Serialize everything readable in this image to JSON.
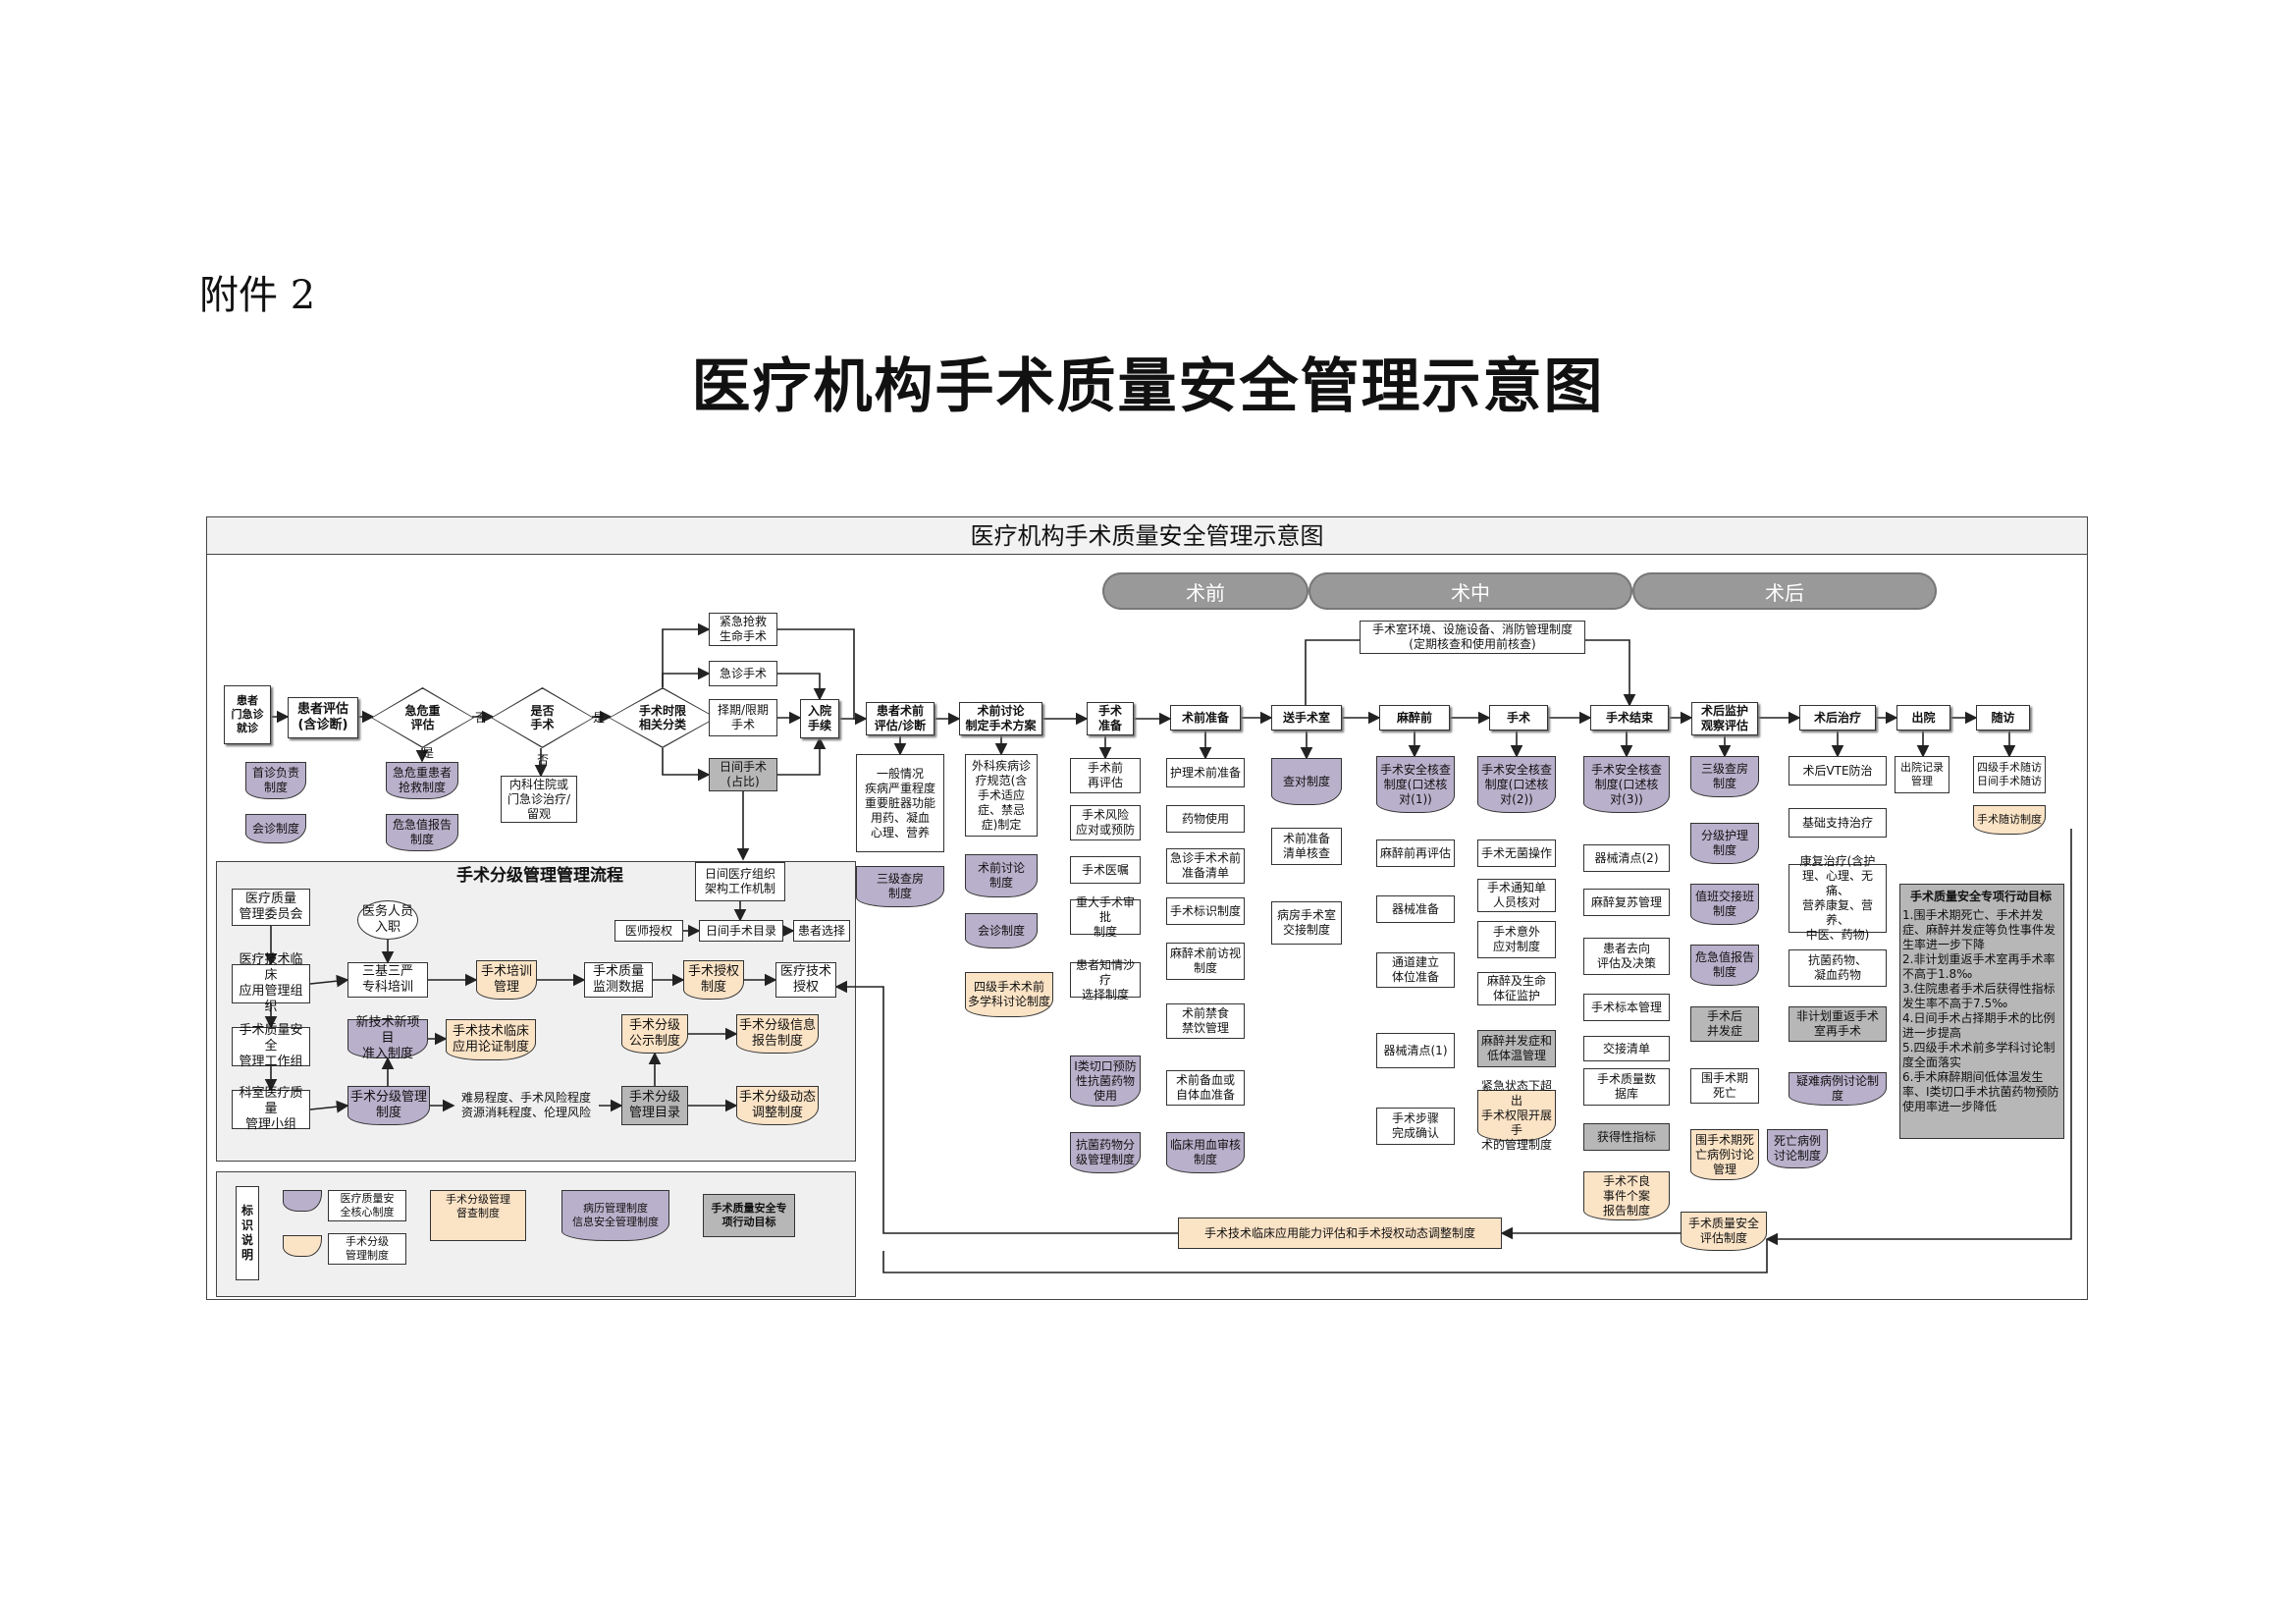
{
  "doc": {
    "attachment": "附件 2",
    "title": "医疗机构手术质量安全管理示意图",
    "diagram_title": "医疗机构手术质量安全管理示意图"
  },
  "phases": {
    "pre": "术前",
    "intra": "术中",
    "post": "术后"
  },
  "flow": {
    "patient": "患者\n门急诊\n就诊",
    "assess": "患者评估\n(含诊断)",
    "critical": "急危重\n评估",
    "surgery_q": "是否\n手术",
    "classify": "手术时限\n相关分类",
    "emergency_rescue": "紧急抢救\n生命手术",
    "emergency": "急诊手术",
    "elective": "择期/限期\n手术",
    "daytime": "日间手术\n(占比)",
    "admit": "入院\n手续",
    "assess_diag": "患者术前\n评估/诊断",
    "discuss": "术前讨论\n制定手术方案",
    "prep": "手术\n准备",
    "pre_prep": "术前准备",
    "transfer": "送手术室",
    "anes_pre": "麻醉前",
    "op": "手术",
    "op_end": "手术结束",
    "post_care": "术后监护\n观察评估",
    "post_treat": "术后治疗",
    "discharge": "出院",
    "followup": "随访",
    "yes": "是",
    "no": "否",
    "internal": "内科住院或\n门急诊治疗/\n留观",
    "env": "手术室环境、设施设备、消防管理制度\n(定期核查和使用前核查)",
    "day_org": "日间医疗组织\n架构工作机制",
    "doc_auth": "医师授权",
    "day_list": "日间手术目录",
    "pat_sel": "患者选择"
  },
  "col_items": {
    "c1": [
      "首诊负责\n制度",
      "会诊制度"
    ],
    "c2": [
      "急危重患者\n抢救制度",
      "危急值报告\n制度"
    ],
    "c3": [
      "一般情况\n疾病严重程度\n重要脏器功能\n用药、凝血\n心理、营养",
      "三级查房\n制度"
    ],
    "c4": [
      "外科疾病诊\n疗规范(含\n手术适应\n症、禁忌\n症)制定",
      "术前讨论\n制度",
      "会诊制度",
      "四级手术术前\n多学科讨论制度"
    ],
    "c5": [
      "手术前\n再评估",
      "手术风险\n应对或预防",
      "手术医嘱",
      "重大手术审批\n制度",
      "患者知情沙疗\n选择制度",
      "I类切口预防\n性抗菌药物\n使用",
      "抗菌药物分\n级管理制度"
    ],
    "c6": [
      "护理术前准备",
      "药物使用",
      "急诊手术术前\n准备清单",
      "手术标识制度",
      "麻醉术前访视\n制度",
      "术前禁食\n禁饮管理",
      "术前备血或\n自体血准备",
      "临床用血审核\n制度"
    ],
    "c7": [
      "查对制度",
      "术前准备\n清单核查",
      "病房手术室\n交接制度"
    ],
    "c8": [
      "手术安全核查\n制度(口述核\n对(1))",
      "麻醉前再评估",
      "器械准备",
      "通道建立\n体位准备",
      "器械清点(1)",
      "手术步骤\n完成确认"
    ],
    "c9": [
      "手术安全核查\n制度(口述核\n对(2))",
      "手术无菌操作",
      "手术通知单\n人员核对",
      "手术意外\n应对制度",
      "麻醉及生命\n体征监护",
      "麻醉并发症和\n低体温管理",
      "紧急状态下超出\n手术权限开展手\n术的管理制度"
    ],
    "c10": [
      "手术安全核查\n制度(口述核\n对(3))",
      "器械清点(2)",
      "麻醉复苏管理",
      "患者去向\n评估及决策",
      "手术标本管理",
      "交接清单",
      "手术质量数\n据库",
      "获得性指标",
      "手术不良\n事件个案\n报告制度"
    ],
    "c11": [
      "三级查房\n制度",
      "分级护理\n制度",
      "值班交接班\n制度",
      "危急值报告\n制度",
      "手术后\n并发症",
      "围手术期\n死亡",
      "围手术期死\n亡病例讨论\n管理",
      "死亡病例\n讨论制度",
      "手术质量安全\n评估制度"
    ],
    "c12": [
      "术后VTE防治",
      "基础支持治疗",
      "康复治疗(含护\n理、心理、无痛、\n营养康复、营养、\n中医、药物)",
      "抗菌药物、\n凝血药物",
      "非计划重返手术\n室再手术",
      "疑难病例讨论制度"
    ],
    "c13": [
      "出院记录\n管理",
      "四级手术随访\n日间手术随访",
      "手术随访制度"
    ]
  },
  "grading": {
    "title": "手术分级管理管理流程",
    "committee": "医疗质量\n管理委员会",
    "tech_org": "医疗技术临床\n应用管理组织",
    "safety_team": "手术质量安全\n管理工作组",
    "dept_team": "科室医疗质量\n管理小组",
    "staff": "医务人员\n入职",
    "training": "三基三严\n专科培训",
    "train_mgmt": "手术培训\n管理",
    "monitor": "手术质量\n监测数据",
    "auth": "手术授权\n制度",
    "tech_auth": "医疗技术\n授权",
    "new_tech": "新技术新项目\n准入制度",
    "tech_eval": "手术技术临床\n应用论证制度",
    "publicity": "手术分级\n公示制度",
    "info_report": "手术分级信息\n报告制度",
    "grade_sys": "手术分级管理\n制度",
    "difficulty": "难易程度、手术风险程度\n资源消耗程度、伦理风险",
    "catalog": "手术分级\n管理目录",
    "dynamic": "手术分级动态\n调整制度",
    "bottom_band": "手术技术临床应用能力评估和手术授权动态调整制度"
  },
  "legend": {
    "title": "标\n识\n说\n明",
    "core": "医疗质量安\n全核心制度",
    "grade": "手术分级\n管理制度",
    "supervise": "手术分级管理\n督查制度",
    "record": "病历管理制度\n信息安全管理制度",
    "action": "手术质量安全专\n项行动目标"
  },
  "goals": {
    "title": "手术质量安全专项行动目标",
    "text": "1.围手术期死亡、手术并发症、麻醉并发症等负性事件发生率进一步下降\n2.非计划重返手术室再手术率不高于1.8‰\n3.住院患者手术后获得性指标发生率不高于7.5‰\n4.日间手术占择期手术的比例进一步提高\n5.四级手术术前多学科讨论制度全面落实\n6.手术麻醉期间低体温发生率、I类切口手术抗菌药物预防使用率进一步降低"
  },
  "colors": {
    "purple": "#b9b0cb",
    "peach": "#fbe3c6",
    "grey": "#b7b7b7",
    "phase": "#999999"
  }
}
